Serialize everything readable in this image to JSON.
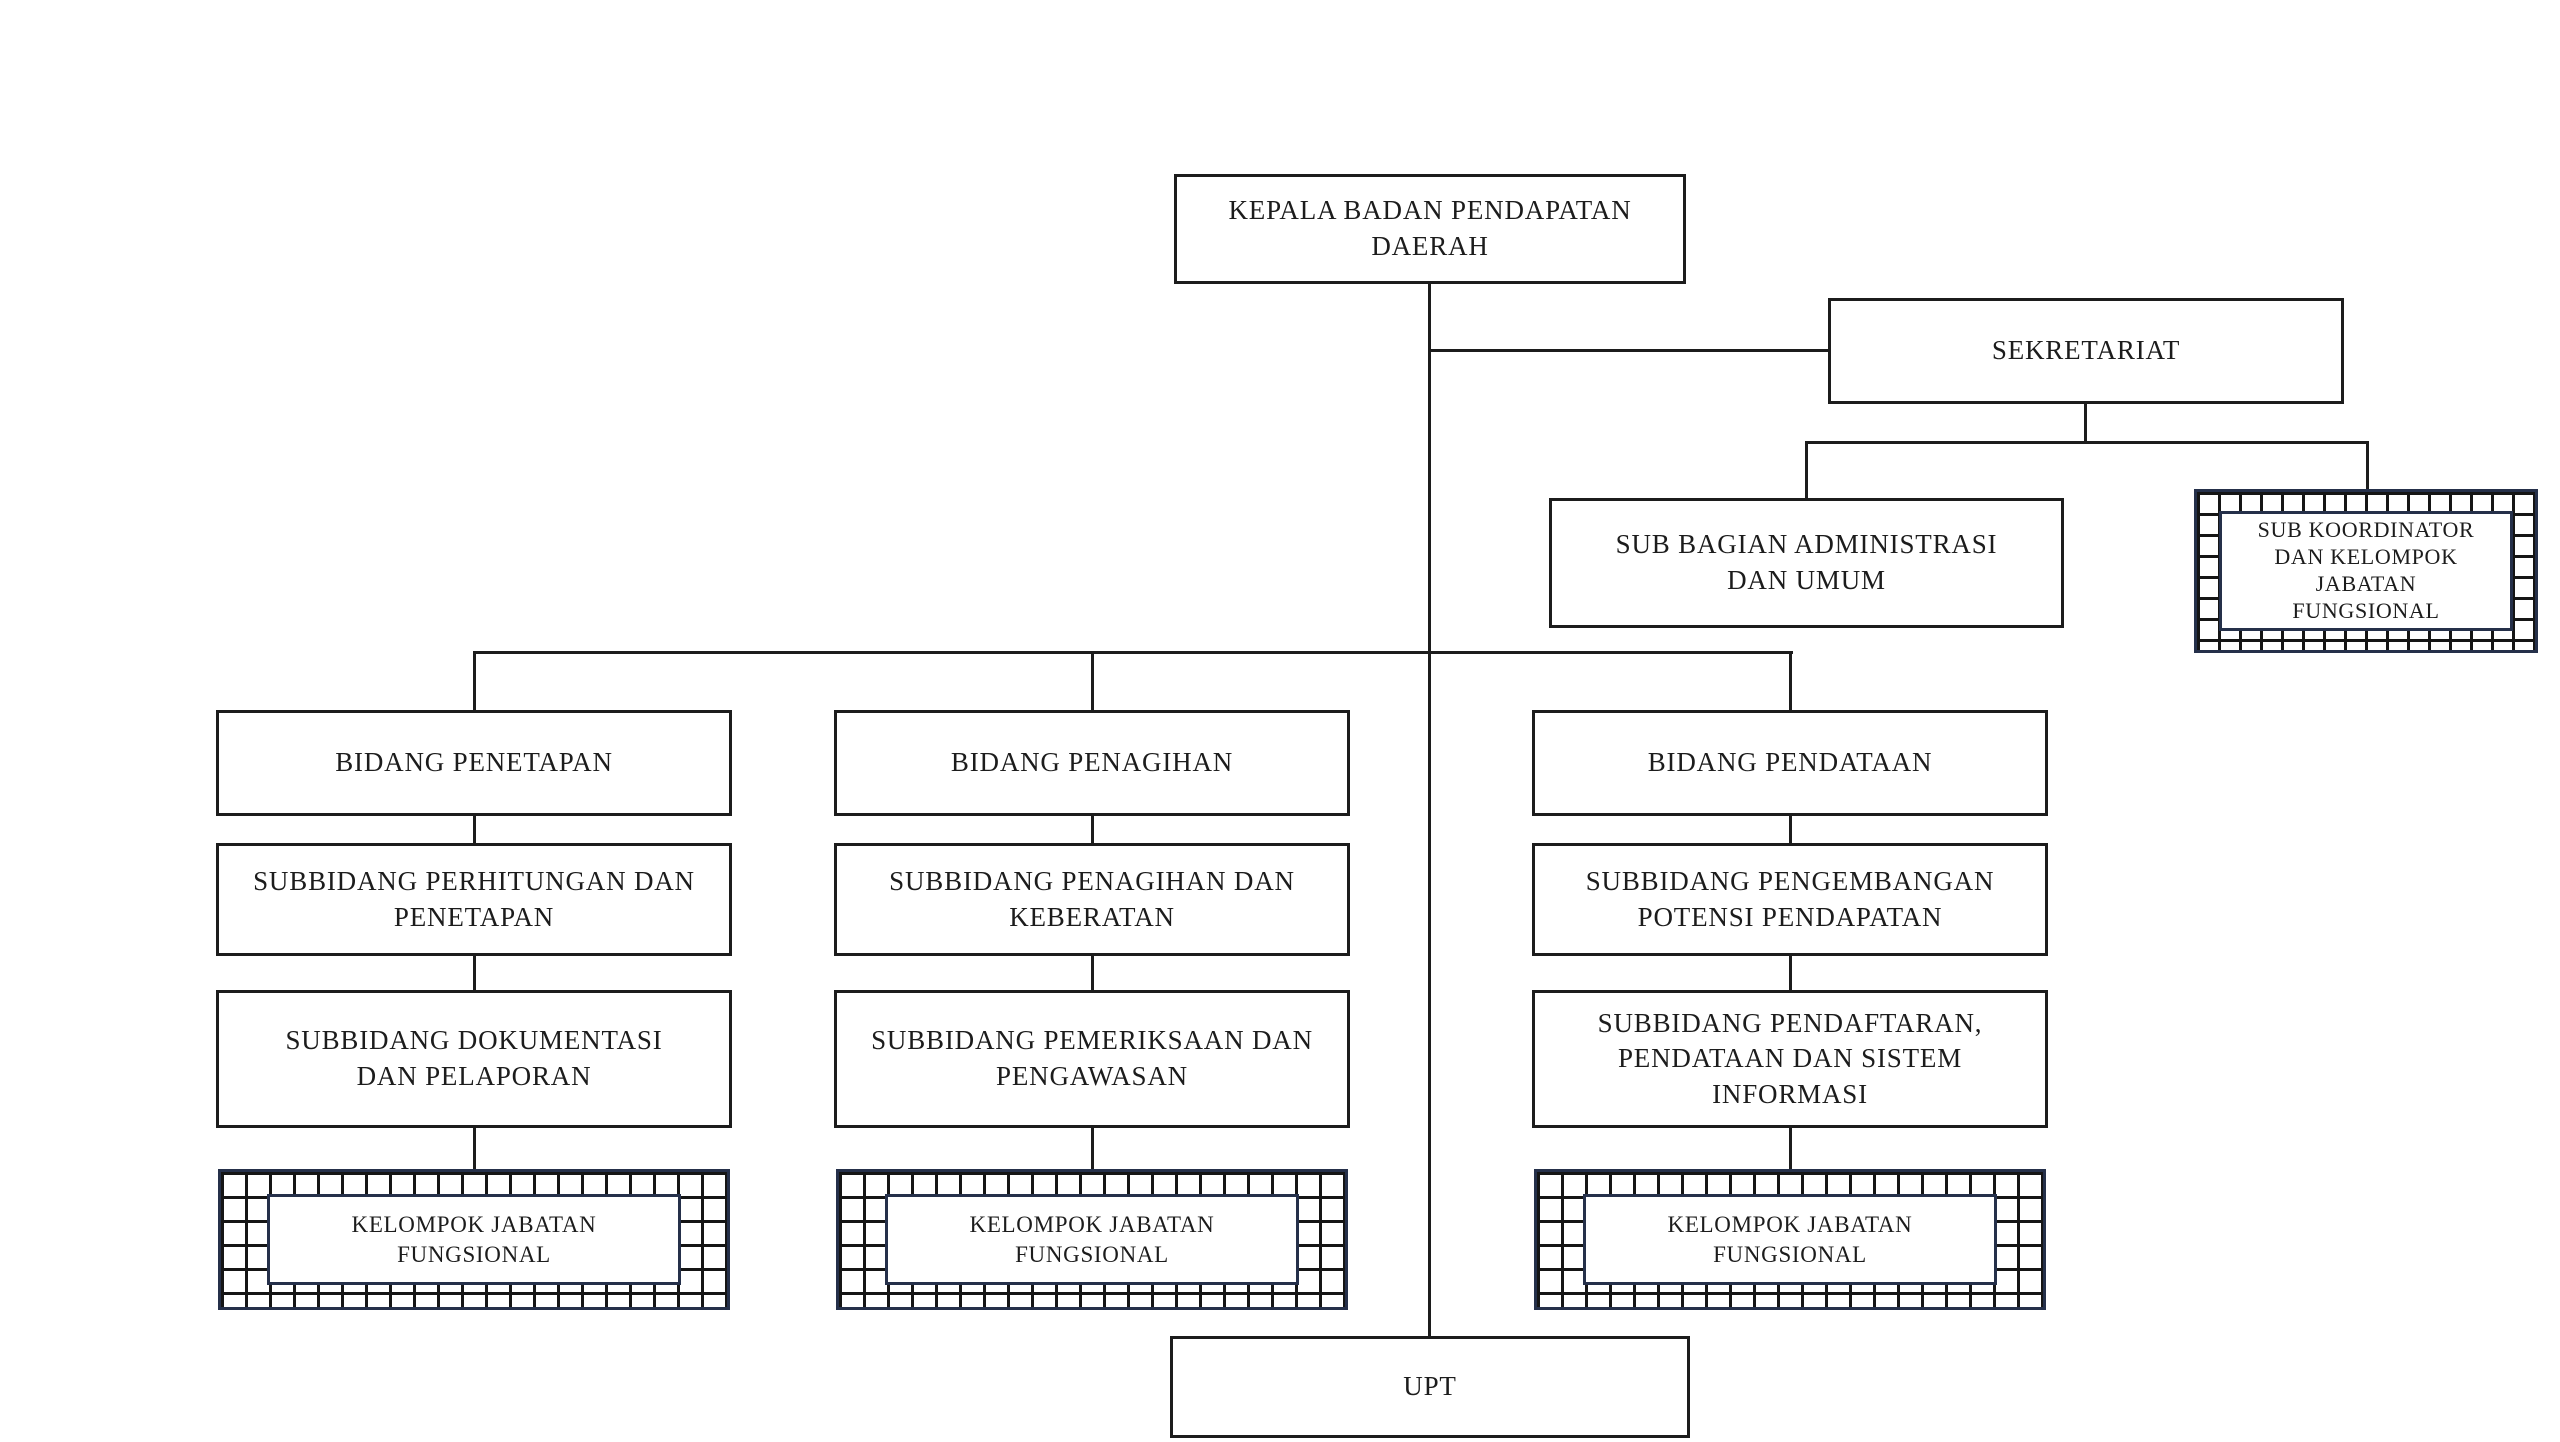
{
  "diagram": {
    "type": "organizational-chart",
    "nodes": {
      "kepala": {
        "label": "KEPALA BADAN PENDAPATAN DAERAH"
      },
      "sekretariat": {
        "label": "SEKRETARIAT",
        "parent": "kepala"
      },
      "sub_bagian_administrasi": {
        "label": "SUB BAGIAN ADMINISTRASI DAN UMUM",
        "parent": "sekretariat"
      },
      "sub_koordinator": {
        "label": "SUB KOORDINATOR DAN KELOMPOK JABATAN FUNGSIONAL",
        "parent": "sekretariat",
        "style": "checkered"
      },
      "bidang_penetapan": {
        "label": "BIDANG PENETAPAN",
        "parent": "kepala"
      },
      "subbidang_perhitungan": {
        "label": "SUBBIDANG PERHITUNGAN DAN PENETAPAN",
        "parent": "bidang_penetapan"
      },
      "subbidang_dokumentasi": {
        "label": "SUBBIDANG DOKUMENTASI DAN PELAPORAN",
        "parent": "subbidang_perhitungan"
      },
      "kelompok_penetapan": {
        "label": "KELOMPOK JABATAN FUNGSIONAL",
        "parent": "subbidang_dokumentasi",
        "style": "checkered"
      },
      "bidang_penagihan": {
        "label": "BIDANG PENAGIHAN",
        "parent": "kepala"
      },
      "subbidang_penagihan": {
        "label": "SUBBIDANG PENAGIHAN DAN KEBERATAN",
        "parent": "bidang_penagihan"
      },
      "subbidang_pemeriksaan": {
        "label": "SUBBIDANG PEMERIKSAAN DAN PENGAWASAN",
        "parent": "subbidang_penagihan"
      },
      "kelompok_penagihan": {
        "label": "KELOMPOK JABATAN FUNGSIONAL",
        "parent": "subbidang_pemeriksaan",
        "style": "checkered"
      },
      "bidang_pendataan": {
        "label": "BIDANG PENDATAAN",
        "parent": "kepala"
      },
      "subbidang_pengembangan": {
        "label": "SUBBIDANG PENGEMBANGAN POTENSI PENDAPATAN",
        "parent": "bidang_pendataan"
      },
      "subbidang_pendaftaran": {
        "label": "SUBBIDANG PENDAFTARAN, PENDATAAN DAN SISTEM INFORMASI",
        "parent": "subbidang_pengembangan"
      },
      "kelompok_pendataan": {
        "label": "KELOMPOK JABATAN FUNGSIONAL",
        "parent": "subbidang_pendaftaran",
        "style": "checkered"
      },
      "upt": {
        "label": "UPT",
        "parent": "kepala"
      }
    },
    "colors": {
      "background": "#ffffff",
      "box_border": "#1c1c1c",
      "connector": "#1c1c1c",
      "checker_frame": "#25304a",
      "checker_grid": "#151515",
      "text": "#1c1c1c"
    }
  }
}
